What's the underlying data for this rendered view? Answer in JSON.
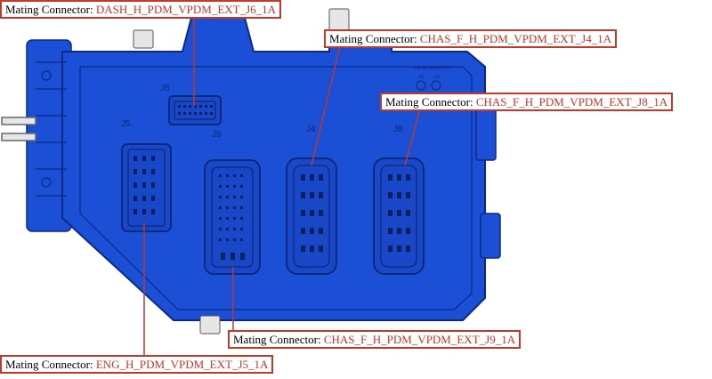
{
  "callout_prefix": "Mating Connector:",
  "callouts": [
    {
      "code": "DASH_H_PDM_VPDM_EXT_J6_1A"
    },
    {
      "code": "CHAS_F_H_PDM_VPDM_EXT_J4_1A"
    },
    {
      "code": "CHAS_F_H_PDM_VPDM_EXT_J8_1A"
    },
    {
      "code": "CHAS_F_H_PDM_VPDM_EXT_J9_1A"
    },
    {
      "code": "ENG_H_PDM_VPDM_EXT_J5_1A"
    }
  ],
  "connector_labels": {
    "j4": "J4",
    "j5": "J5",
    "j6": "J6",
    "j8": "J8",
    "j9": "J9"
  },
  "module_text": {
    "part_number": "HR4B-14F14 PDH",
    "mark_left": "XX",
    "mark_right": "XX"
  },
  "colors": {
    "housing": "#1a4fd6",
    "housing_dark": "#0b2a86",
    "callout_border": "#c0392b",
    "callout_text": "#c0392b"
  }
}
